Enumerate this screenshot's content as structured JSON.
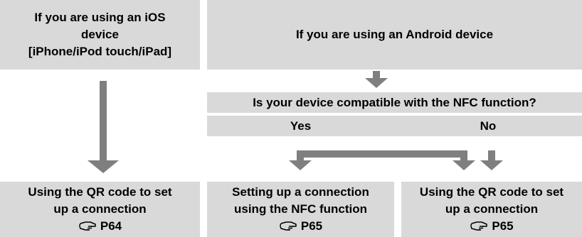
{
  "ios_box": {
    "line1": "If you are using an iOS",
    "line2": "device",
    "line3": "[iPhone/iPod touch/iPad]"
  },
  "android_box": {
    "label": "If you are using an Android device"
  },
  "nfc_question": {
    "label": "Is your device compatible with the NFC function?",
    "yes_label": "Yes",
    "no_label": "No"
  },
  "result_ios": {
    "line1": "Using the QR code to set",
    "line2": "up a connection",
    "page_ref": "P64",
    "icon": "hand-pointer-icon"
  },
  "result_nfc": {
    "line1": "Setting up a connection",
    "line2": "using the NFC function",
    "page_ref": "P65",
    "icon": "hand-pointer-icon"
  },
  "result_qr_android": {
    "line1": "Using the QR code to set",
    "line2": "up a connection",
    "page_ref": "P65",
    "icon": "hand-pointer-icon"
  },
  "colors": {
    "box_fill": "#d9d9d9",
    "arrow": "#7f7f7f",
    "text": "#000000"
  }
}
